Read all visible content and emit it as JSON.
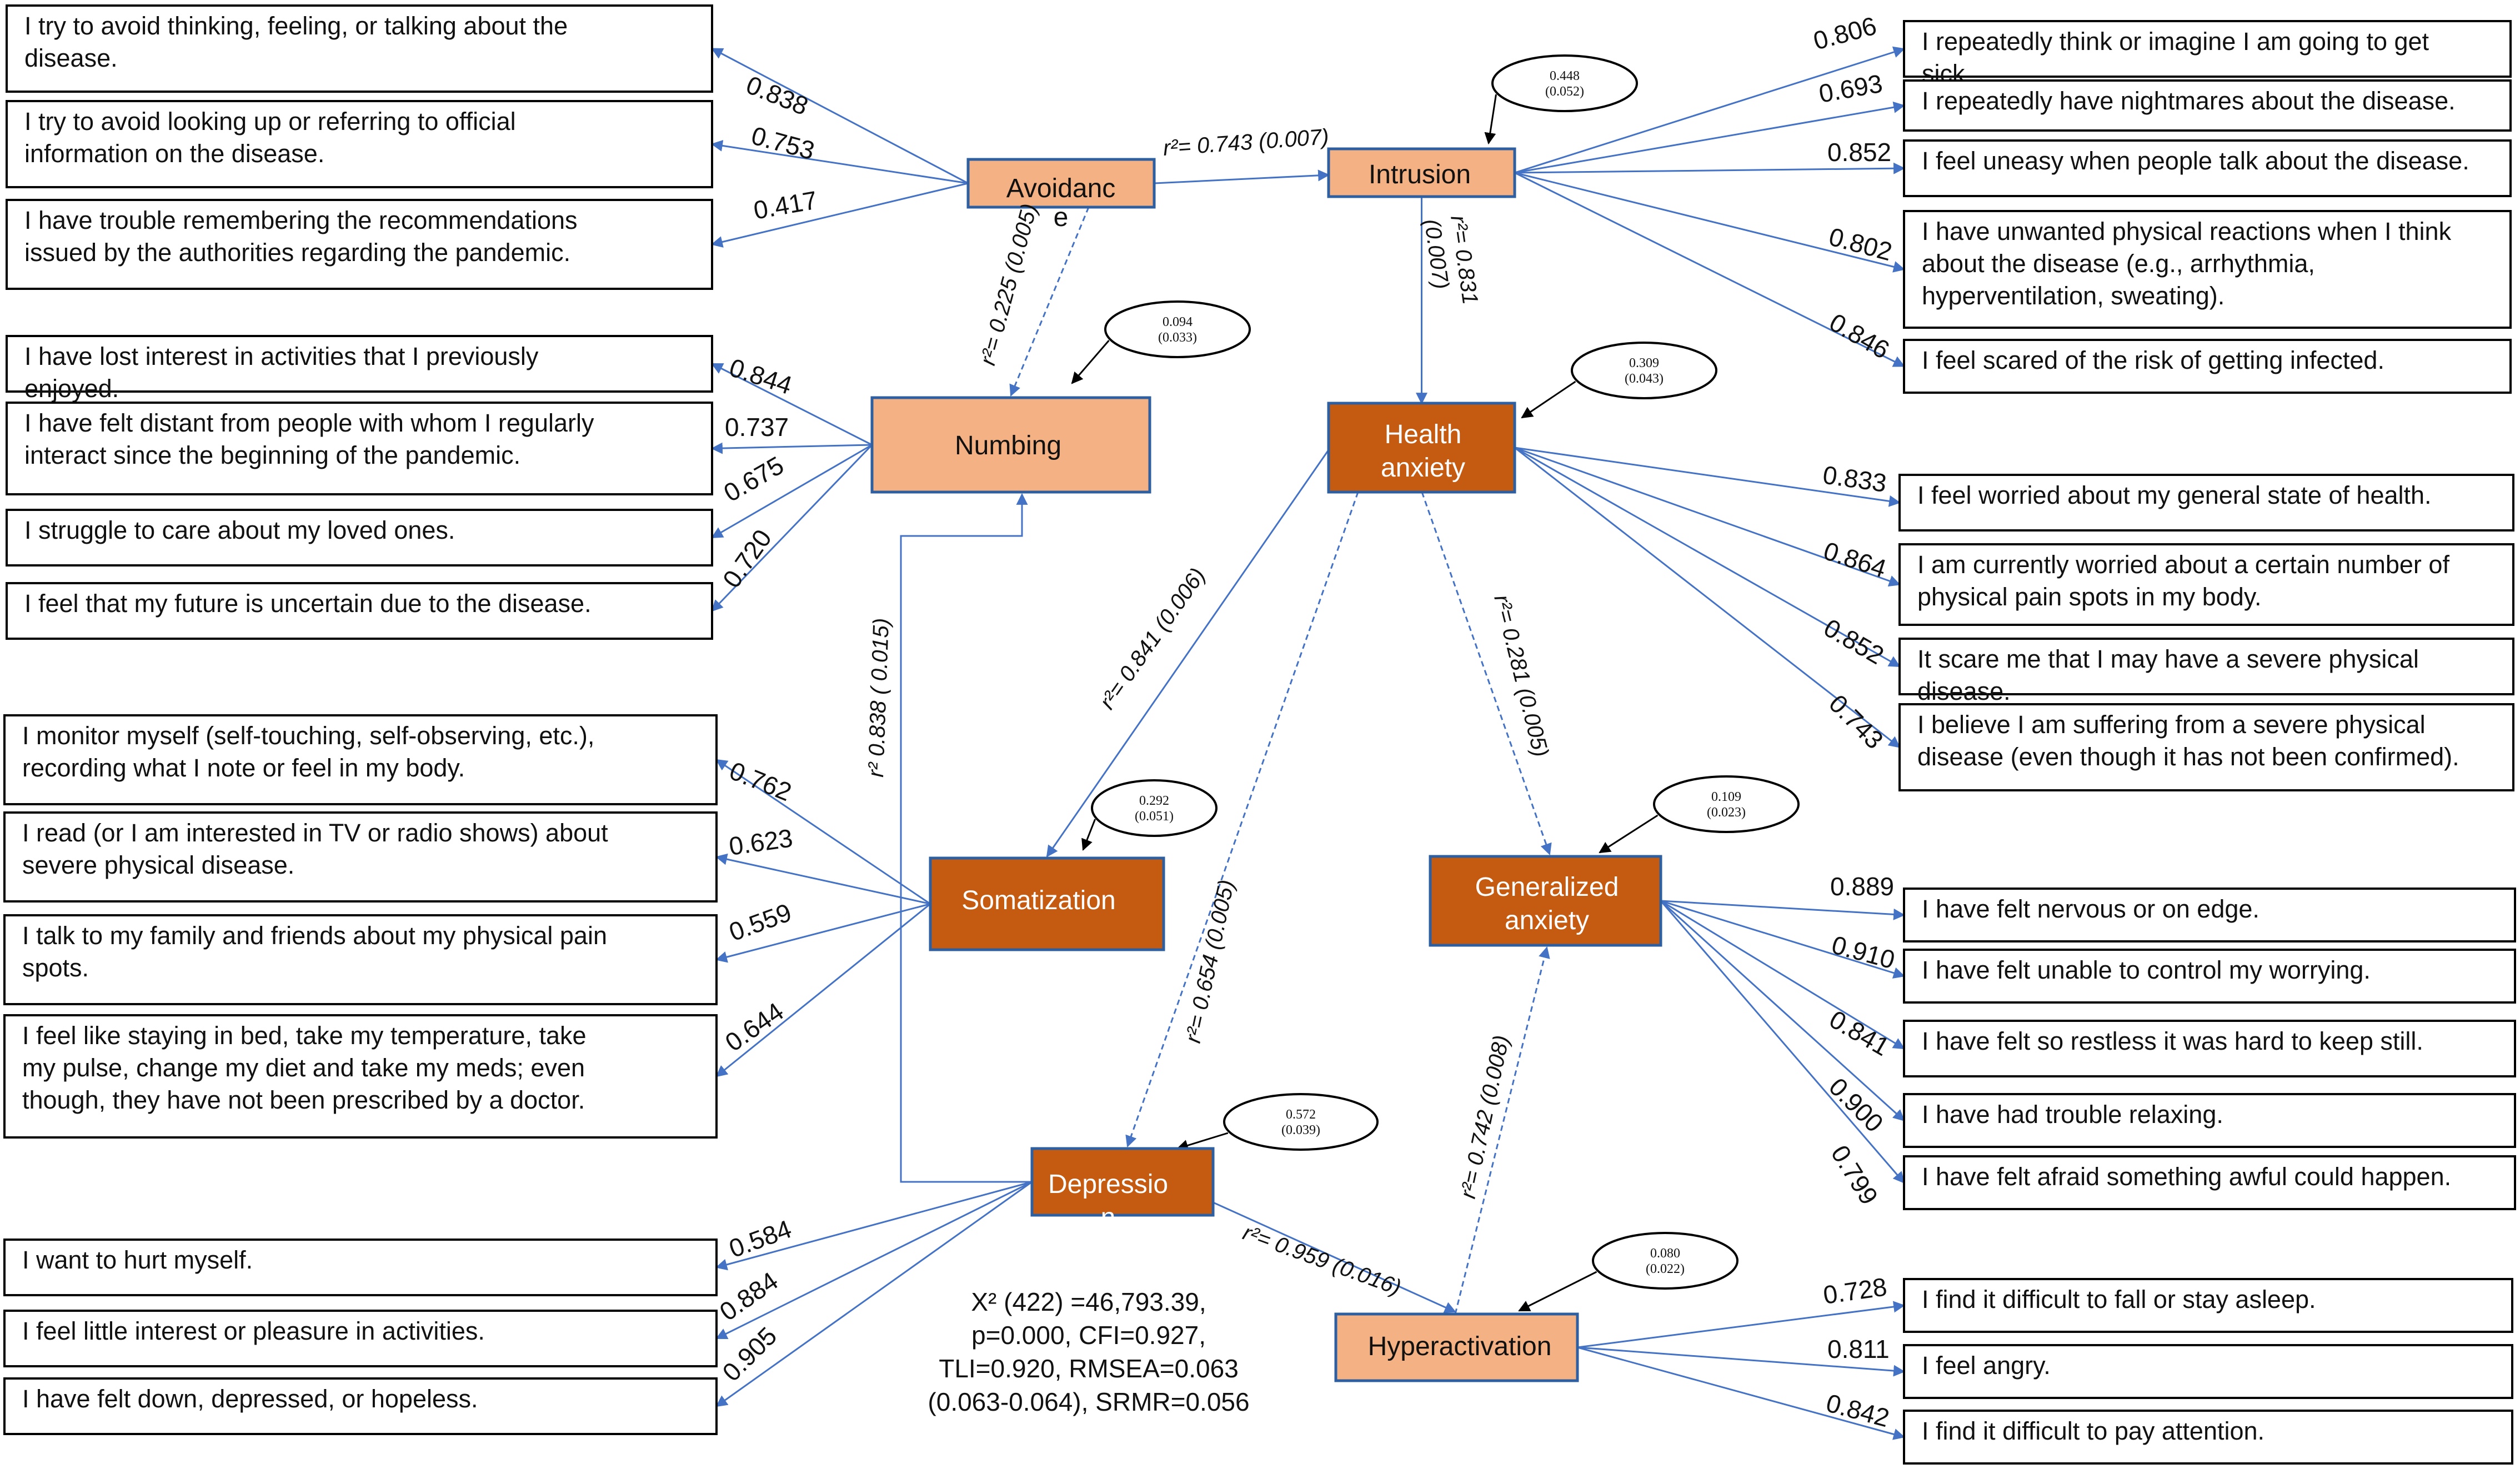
{
  "colors": {
    "arrow": "#4472c4",
    "factor_light": "#f4b183",
    "factor_dark": "#c55a11"
  },
  "factors": {
    "avoidance": "Avoidanc\ne",
    "intrusion": "Intrusion",
    "numbing": "Numbing",
    "health_anxiety": "Health\nanxiety",
    "somatization": "Somatization",
    "generalized_anxiety": "Generalized\nanxiety",
    "depression": "Depressio\nn",
    "hyperactivation": "Hyperactivation"
  },
  "items": {
    "avoidance": [
      {
        "text": "I try to avoid thinking, feeling, or talking about the\ndisease.",
        "loading": "0.838"
      },
      {
        "text": "I try to avoid looking up or referring to official\ninformation on the disease.",
        "loading": "0.753"
      },
      {
        "text": "I have trouble remembering the recommendations\nissued by the authorities regarding the pandemic.",
        "loading": "0.417"
      }
    ],
    "numbing": [
      {
        "text": "I have lost interest in activities that I previously\nenjoyed.",
        "loading": "0.844"
      },
      {
        "text": " I have felt distant from people with whom I regularly\ninteract since the beginning of the pandemic.",
        "loading": "0.737"
      },
      {
        "text": "I struggle to care about my loved ones.",
        "loading": "0.675"
      },
      {
        "text": "I feel that my future is uncertain due to the disease.",
        "loading": "0.720"
      }
    ],
    "somatization": [
      {
        "text": "I monitor myself (self-touching, self-observing, etc.),\nrecording what I note or feel in my body.",
        "loading": "0.762"
      },
      {
        "text": "I read (or I am interested in TV or radio shows) about\nsevere physical disease.",
        "loading": "0.623"
      },
      {
        "text": "I talk to my family and friends about my physical pain\nspots.",
        "loading": "0.559"
      },
      {
        "text": "I feel like staying in bed, take my temperature, take\nmy pulse, change my diet and take my meds; even\nthough, they have not been prescribed by a doctor.",
        "loading": "0.644"
      }
    ],
    "depression": [
      {
        "text": "I want to hurt myself.",
        "loading": "0.584"
      },
      {
        "text": "I feel little interest or pleasure in activities.",
        "loading": "0.884"
      },
      {
        "text": "I have felt down, depressed, or hopeless.",
        "loading": "0.905"
      }
    ],
    "intrusion": [
      {
        "text": "I repeatedly think or imagine  I am going to get\nsick.",
        "loading": "0.806"
      },
      {
        "text": "I repeatedly have nightmares about the disease.",
        "loading": "0.693"
      },
      {
        "text": "I feel uneasy when people talk about the disease.",
        "loading": "0.852"
      },
      {
        "text": " I have unwanted physical reactions when I think\nabout the disease (e.g., arrhythmia,\nhyperventilation, sweating).",
        "loading": "0.802"
      },
      {
        "text": "I feel scared of the risk of getting infected.",
        "loading": "0.846"
      }
    ],
    "health_anxiety": [
      {
        "text": "I feel worried about my general state of health.",
        "loading": "0.833"
      },
      {
        "text": "I am currently worried about a certain number of\nphysical pain spots in my body.",
        "loading": "0.864"
      },
      {
        "text": "It scare me that I may have a severe physical\ndisease.",
        "loading": "0.852"
      },
      {
        "text": "I believe I am suffering from a severe physical\ndisease (even though it has not been confirmed).",
        "loading": "0.743"
      }
    ],
    "generalized_anxiety": [
      {
        "text": "I have felt nervous or on edge.",
        "loading": "0.889"
      },
      {
        "text": "I have felt unable to control my worrying.",
        "loading": "0.910"
      },
      {
        "text": "I have felt so restless it was hard to keep still.",
        "loading": "0.841"
      },
      {
        "text": "I have had trouble relaxing.",
        "loading": "0.900"
      },
      {
        "text": "I have felt afraid something awful could happen.",
        "loading": "0.799"
      }
    ],
    "hyperactivation": [
      {
        "text": "I find it difficult to fall or stay asleep.",
        "loading": "0.728"
      },
      {
        "text": "I feel angry.",
        "loading": "0.811"
      },
      {
        "text": "I find it difficult to pay attention.",
        "loading": "0.842"
      }
    ]
  },
  "paths": {
    "avoidance_intrusion": "r²= 0.743 (0.007)",
    "avoidance_numbing": "r²= 0.225 (0.005)",
    "intrusion_health": "r²= 0.831\n(0.007)",
    "health_somatization": "r²= 0.841 (0.006)",
    "health_depression": "r²= 0.654 (0.005)",
    "health_generalized": "r²= 0.281 (0.005)",
    "depression_numbing": "r²  0.838 ( 0.015)",
    "depression_hyperactivation": "r²= 0.959 (0.016)",
    "hyperactivation_generalized": "r²= 0.742 (0.008)"
  },
  "errors": {
    "intrusion": "0.448\n(0.052)",
    "numbing": "0.094\n(0.033)",
    "health_anxiety": "0.309\n(0.043)",
    "somatization": "0.292\n(0.051)",
    "generalized_anxiety": "0.109\n(0.023)",
    "depression": "0.572\n(0.039)",
    "hyperactivation": "0.080\n(0.022)"
  },
  "fit": "X² (422) =46,793.39,\np=0.000, CFI=0.927,\nTLI=0.920, RMSEA=0.063\n(0.063-0.064), SRMR=0.056"
}
